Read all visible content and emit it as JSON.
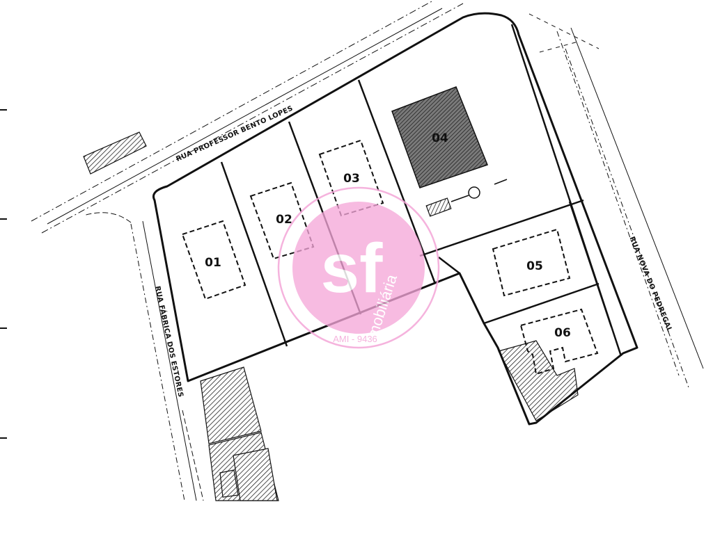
{
  "streets": {
    "north": "RUA PROFESSOR BENTO LOPES",
    "west": "RUA FÁBRICA DOS ESTORES",
    "east": "RUA NOVA DO PEDREGAL"
  },
  "lots": [
    {
      "id": "lot-01",
      "label": "01"
    },
    {
      "id": "lot-02",
      "label": "02"
    },
    {
      "id": "lot-03",
      "label": "03"
    },
    {
      "id": "lot-04",
      "label": "04"
    },
    {
      "id": "lot-05",
      "label": "05"
    },
    {
      "id": "lot-06",
      "label": "06"
    }
  ],
  "watermark": {
    "logo_letters": "sf",
    "brand_word": "imobiliária",
    "license": "AMI - 9436",
    "color": "#f4a6d8"
  },
  "colors": {
    "line": "#111111",
    "hatch": "#222222",
    "lot4_fill": "#555555"
  }
}
